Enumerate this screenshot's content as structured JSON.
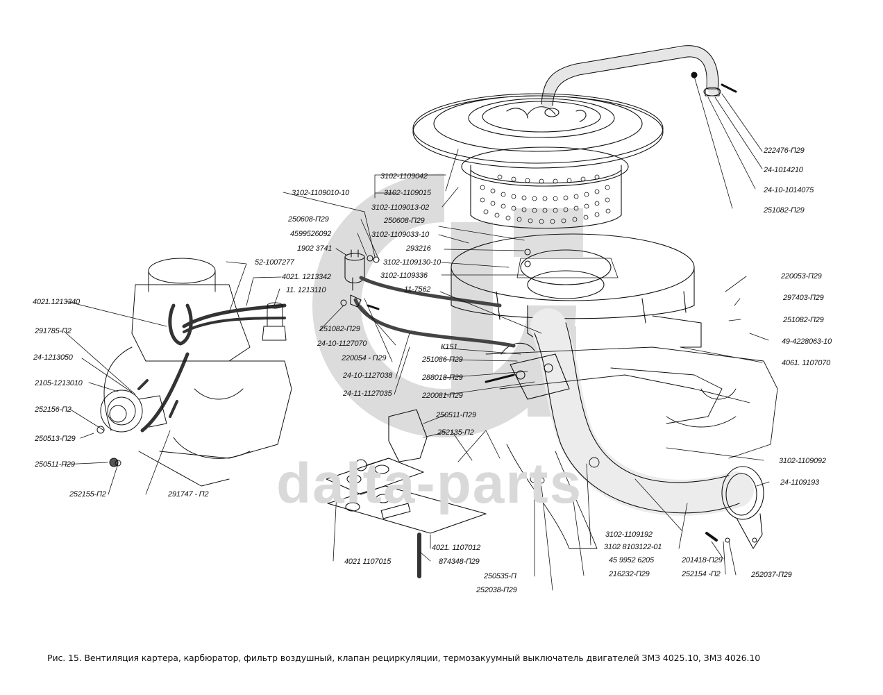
{
  "figure": {
    "caption": "Рис. 15. Вентиляция картера, карбюратор, фильтр воздушный, клапан рециркуляции, термозакуумный выключатель двигателей ЗМЗ 4025.10, ЗМЗ 4026.10",
    "watermark": "dalta-parts",
    "watermark_logo": "circle-letter-logo",
    "colors": {
      "ink": "#111111",
      "watermark": "#d9d9d9",
      "background": "#ffffff"
    }
  },
  "labels": {
    "l222476": "222476-П29",
    "l24_1014210": "24-1014210",
    "l24_10_1014075": "24-10-1014075",
    "l251082_top": "251082-П29",
    "l3102_1109042": "3102-1109042",
    "l3102_1109010_10": "3102-1109010-10",
    "l3102_1109015": "3102-1109015",
    "l3102_1109013_02": "3102-1109013-02",
    "l250608_left": "250608-П29",
    "l250608_right": "250608-П29",
    "l4599526092": "4599526092",
    "l3102_1109033_10": "3102-1109033-10",
    "l1902_3741": "1902 3741",
    "l293216": "293216",
    "l52_1007277": "52-1007277",
    "l3102_1109130_10": "3102-1109130-10",
    "l4021_1213342": "4021. 1213342",
    "l3102_1109336": "3102-1109336",
    "l11_1213110": "11. 1213110",
    "l11_7562": "11-7562",
    "l4021_1213340": "4021.1213340",
    "l251082_mid": "251082-П29",
    "l24_10_1127070": "24-10-1127070",
    "l291785": "291785-П2",
    "l220054": "220054 - П29",
    "lK151": "К151",
    "l251086": "251086-П29",
    "l24_1213050": "24-1213050",
    "l24_10_1127038": "24-10-1127038",
    "l288018": "288018-П29",
    "l2105_1213010": "2105-1213010",
    "l24_11_1127035": "24-11-1127035",
    "l220081": "220081-П29",
    "l252156": "252156-П2",
    "l250511_mid": "250511-П29",
    "l250513": "250513-П29",
    "l252135": "252135-П2",
    "l250511_left": "250511-П29",
    "l252155": "252155-П2",
    "l291747": "291747 - П2",
    "l220053": "220053-П29",
    "l297403": "297403-П29",
    "l251082_right": "251082-П29",
    "l49_4228063_10": "49-4228063-10",
    "l4061_1107070": "4061. 1107070",
    "l3102_1109092": "3102-1109092",
    "l24_1109193": "24-1109193",
    "l3102_1109192": "3102-1109192",
    "l3102_8103122_01": "3102 8103122-01",
    "l45_9952_6205": "45 9952 6205",
    "l216232": "216232-П29",
    "l201418": "201418-П29",
    "l252154": "252154 -П2",
    "l252037": "252037-П29",
    "l4021_1107012": "4021. 1107012",
    "l4021_1107015": "4021 1107015",
    "l874348": "874348-П29",
    "l250535": "250535-П",
    "l252038": "252038-П29"
  }
}
